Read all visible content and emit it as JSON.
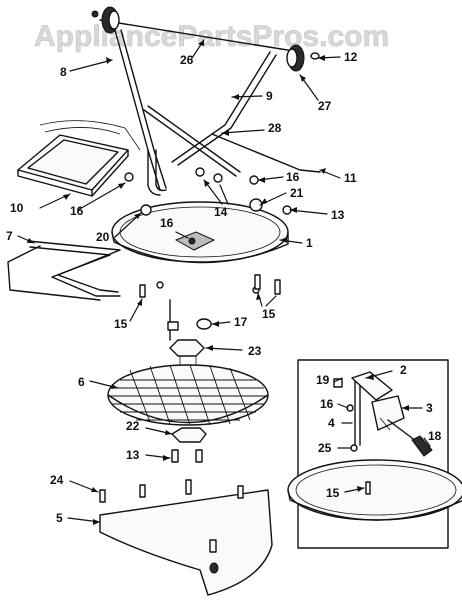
{
  "diagram": {
    "watermark": "AppliancePartsPros.com",
    "callouts": {
      "c1": "1",
      "c2": "2",
      "c3": "3",
      "c4": "4",
      "c5": "5",
      "c6": "6",
      "c7": "7",
      "c8": "8",
      "c9": "9",
      "c10": "10",
      "c11": "11",
      "c12": "12",
      "c13a": "13",
      "c13b": "13",
      "c14": "14",
      "c15a": "15",
      "c15b": "15",
      "c15c": "15",
      "c16a": "16",
      "c16b": "16",
      "c16c": "16",
      "c16d": "16",
      "c17": "17",
      "c18": "18",
      "c19": "19",
      "c20": "20",
      "c21": "21",
      "c22": "22",
      "c23": "23",
      "c24": "24",
      "c25": "25",
      "c26": "26",
      "c27": "27",
      "c28": "28"
    }
  }
}
